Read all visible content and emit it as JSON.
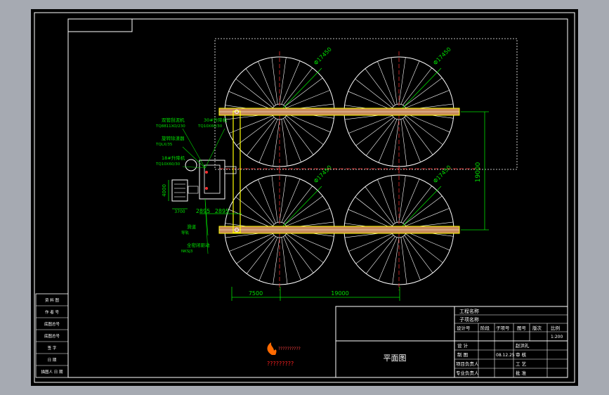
{
  "colors": {
    "background": "#a6aab2",
    "paper": "#000000",
    "lines": "#ffffff",
    "dimension": "#00e000",
    "accent_red": "#ff3030",
    "bridge_fill": "#c98a5a",
    "bridge_edge": "#ffff00"
  },
  "drawing": {
    "diameter_label": "Φ17450",
    "dim_vertical": "19000",
    "dim_left": "7500",
    "dim_middle": "19000",
    "dim_small_a": "2895",
    "dim_small_b": "2895",
    "dim_side_v": "4000",
    "dim_side_h": "3700"
  },
  "callouts": [
    {
      "name": "callout-1",
      "line1": "双管刮泥机",
      "line2": "TQ8811XO/230"
    },
    {
      "name": "callout-2",
      "line1": "30#升降机",
      "line2": "TQ10X60/30"
    },
    {
      "name": "callout-3",
      "line1": "旋转除渣器",
      "line2": "TQLX/35"
    },
    {
      "name": "callout-4",
      "line1": "18#升降机",
      "line2": "TQ10X60/30"
    },
    {
      "name": "callout-5",
      "line1": "滑道",
      "line2": "导轨"
    },
    {
      "name": "callout-6",
      "line1": "全密闭驱动",
      "line2": "NKSJ3"
    }
  ],
  "side_table": {
    "rows": [
      "资 料 图",
      "作 者 号",
      "底图总号",
      "底图总号",
      "签  字",
      "日  期",
      "描图人  日  期"
    ]
  },
  "title_block": {
    "drawing_title": "平面图",
    "project_name_label": "工程名称",
    "item_name_label": "子项名称",
    "headers": [
      "设计号",
      "阶段",
      "子项号",
      "图号",
      "版次",
      "比例"
    ],
    "scale": "1:200",
    "roles": [
      {
        "label": "设  计",
        "value": "赵洪礼"
      },
      {
        "label": "制  图",
        "value": "08.12.25",
        "extra": "审  核"
      },
      {
        "label": "项目负责人",
        "value": "",
        "extra": "工 艺"
      },
      {
        "label": "专业负责人",
        "value": "",
        "extra": "批 准"
      }
    ],
    "logo_text": "??????????",
    "logo_caption": "?????????"
  }
}
